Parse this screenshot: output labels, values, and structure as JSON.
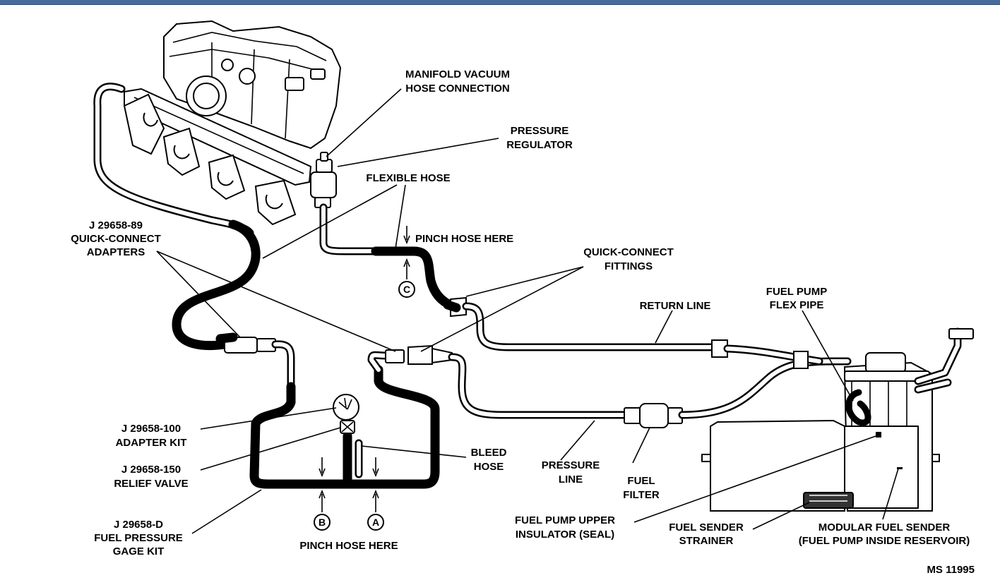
{
  "figure_id": "MS 11995",
  "labels": {
    "manifold_vacuum": [
      "MANIFOLD VACUUM",
      "HOSE CONNECTION"
    ],
    "pressure_regulator": [
      "PRESSURE",
      "REGULATOR"
    ],
    "flexible_hose": "FLEXIBLE HOSE",
    "pinch_hose_c": "PINCH HOSE HERE",
    "quick_connect_fittings": [
      "QUICK-CONNECT",
      "FITTINGS"
    ],
    "quick_connect_adapters": [
      "J 29658-89",
      "QUICK-CONNECT",
      "ADAPTERS"
    ],
    "return_line": "RETURN LINE",
    "fuel_pump_flex_pipe": [
      "FUEL PUMP",
      "FLEX PIPE"
    ],
    "adapter_kit": [
      "J 29658-100",
      "ADAPTER KIT"
    ],
    "relief_valve": [
      "J 29658-150",
      "RELIEF VALVE"
    ],
    "gage_kit": [
      "J 29658-D",
      "FUEL PRESSURE",
      "GAGE KIT"
    ],
    "bleed_hose": [
      "BLEED",
      "HOSE"
    ],
    "pressure_line": [
      "PRESSURE",
      "LINE"
    ],
    "fuel_filter": [
      "FUEL",
      "FILTER"
    ],
    "pinch_hose_ab": "PINCH HOSE HERE",
    "upper_insulator": [
      "FUEL PUMP UPPER",
      "INSULATOR (SEAL)"
    ],
    "sender_strainer": [
      "FUEL SENDER",
      "STRAINER"
    ],
    "modular_sender": [
      "MODULAR FUEL SENDER",
      "(FUEL PUMP INSIDE RESERVOIR)"
    ]
  },
  "markers": {
    "a": "A",
    "b": "B",
    "c": "C"
  }
}
